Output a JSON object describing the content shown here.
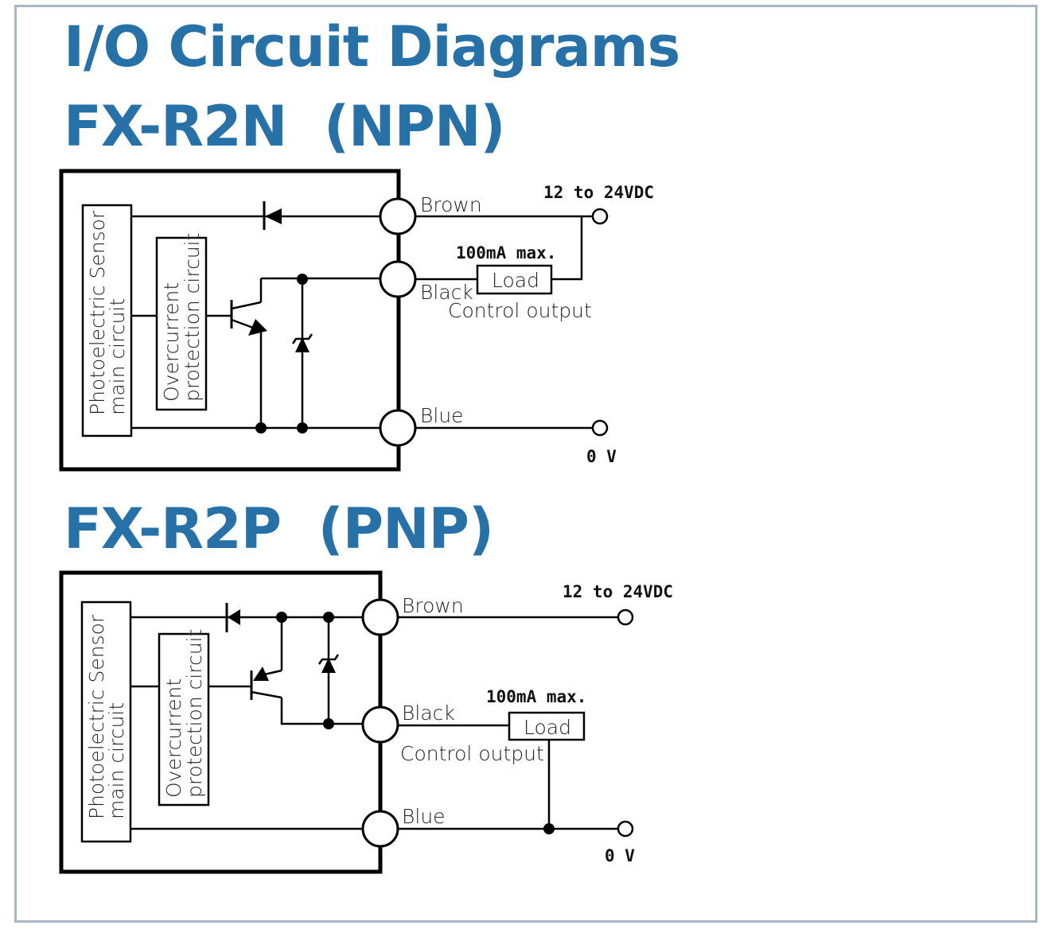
{
  "page": {
    "title": "I/O Circuit Diagrams",
    "accent_color": "#2672a8",
    "border_color": "#a9b8c8"
  },
  "npn": {
    "heading": "FX-R2N  (NPN)",
    "main_circuit_label_line1": "Photoelectric Sensor",
    "main_circuit_label_line2": "main circuit",
    "protection_label_line1": "Overcurrent",
    "protection_label_line2": "protection circuit",
    "wires": {
      "brown": "Brown",
      "black": "Black",
      "blue": "Blue"
    },
    "supply_label": "12 to 24VDC",
    "current_label": "100mA max.",
    "load_label": "Load",
    "output_label": "Control output",
    "ground_label": "0 V"
  },
  "pnp": {
    "heading": "FX-R2P  (PNP)",
    "main_circuit_label_line1": "Photoelectric Sensor",
    "main_circuit_label_line2": "main circuit",
    "protection_label_line1": "Overcurrent",
    "protection_label_line2": "protection circuit",
    "wires": {
      "brown": "Brown",
      "black": "Black",
      "blue": "Blue"
    },
    "supply_label": "12 to 24VDC",
    "current_label": "100mA max.",
    "load_label": "Load",
    "output_label": "Control output",
    "ground_label": "0 V"
  }
}
